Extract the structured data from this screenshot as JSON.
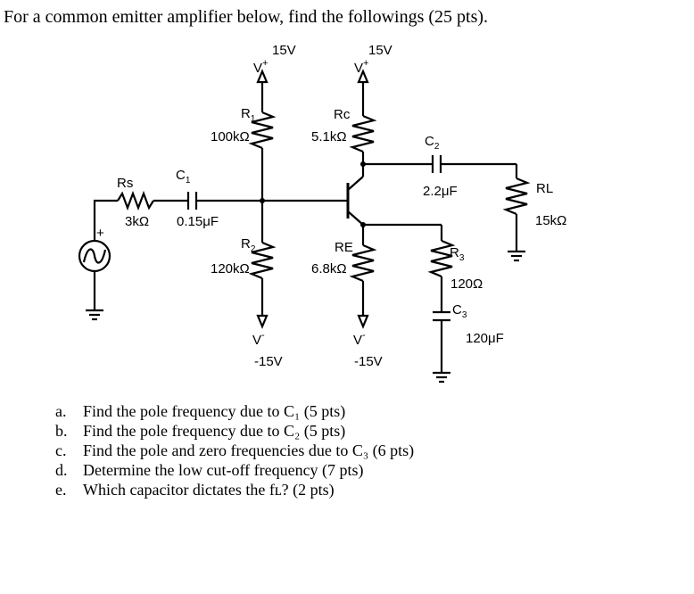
{
  "title": "For a common emitter amplifier below, find the followings (25 pts).",
  "circuit": {
    "supply_left": {
      "voltage": "15V",
      "label": "V",
      "sign": "+"
    },
    "supply_right": {
      "voltage": "15V",
      "label": "V",
      "sign": "+"
    },
    "neg_left": {
      "label": "V",
      "sign": "-",
      "voltage": "-15V"
    },
    "neg_right": {
      "label": "V",
      "sign": "-",
      "voltage": "-15V"
    },
    "R1": {
      "name": "R",
      "sub": "1",
      "value": "100kΩ"
    },
    "R2": {
      "name": "R",
      "sub": "2",
      "value": "120kΩ"
    },
    "Rc": {
      "name": "Rc",
      "value": "5.1kΩ"
    },
    "RE": {
      "name": "RE",
      "value": "6.8kΩ"
    },
    "Rs": {
      "name": "Rs",
      "value": "3kΩ"
    },
    "C1": {
      "name": "C",
      "sub": "1",
      "value": "0.15μF"
    },
    "C2": {
      "name": "C",
      "sub": "2",
      "value": "2.2μF"
    },
    "C3": {
      "name": "C",
      "sub": "3",
      "value": "120μF"
    },
    "R3": {
      "name": "R",
      "sub": "3",
      "value": "120Ω"
    },
    "RL": {
      "name": "RL",
      "value": "15kΩ"
    },
    "source": {
      "polarity": "+"
    }
  },
  "questions": [
    {
      "letter": "a.",
      "text": "Find the pole frequency due to C₁ (5 pts)"
    },
    {
      "letter": "b.",
      "text": "Find the pole frequency due to C₂ (5 pts)"
    },
    {
      "letter": "c.",
      "text": "Find the pole and zero frequencies due to C₃ (6 pts)"
    },
    {
      "letter": "d.",
      "text": "Determine the low cut-off frequency (7 pts)"
    },
    {
      "letter": "e.",
      "text": "Which capacitor dictates the fʟ? (2 pts)"
    }
  ]
}
